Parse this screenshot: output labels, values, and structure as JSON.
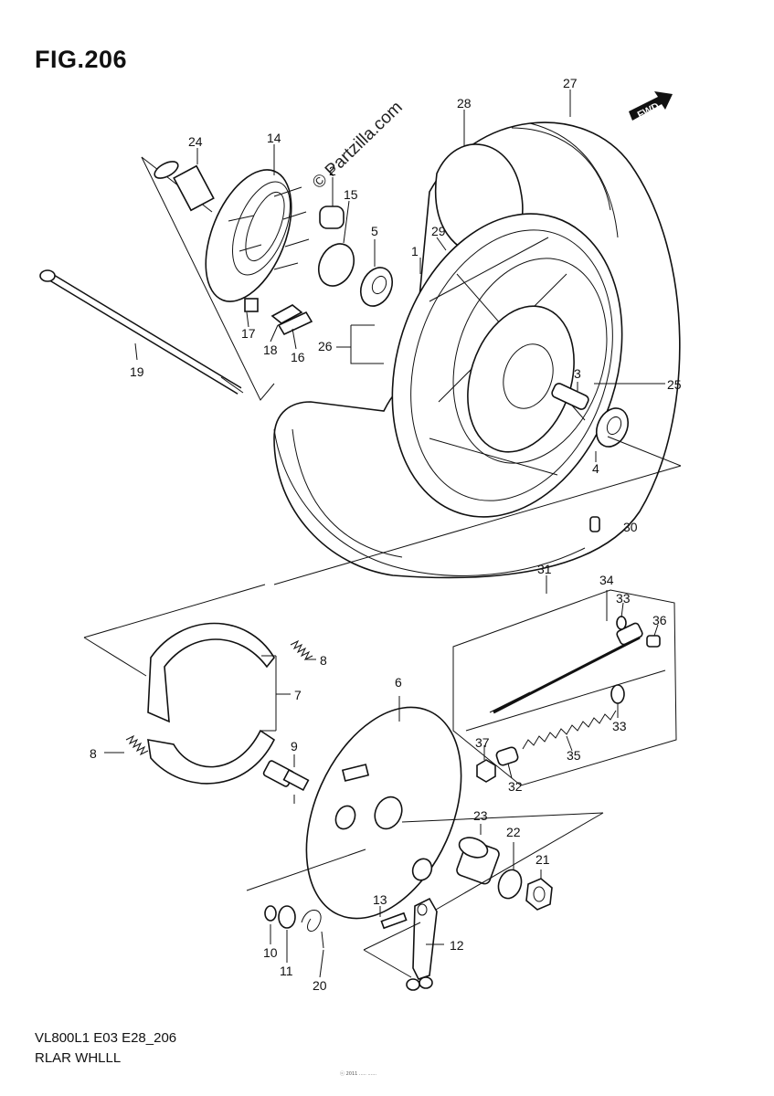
{
  "figure": {
    "title": "FIG.206",
    "model_code": "VL800L1 E03 E28_206",
    "caption": "RLAR WHLLL",
    "watermark": "© Partzilla.com",
    "footnote": "ⓒ 2011 ..... ......",
    "fwd_label": "FWD"
  },
  "callouts": [
    {
      "id": "c1",
      "text": "1"
    },
    {
      "id": "c2",
      "text": "2"
    },
    {
      "id": "c3",
      "text": "3"
    },
    {
      "id": "c4",
      "text": "4"
    },
    {
      "id": "c5",
      "text": "5"
    },
    {
      "id": "c6",
      "text": "6"
    },
    {
      "id": "c7",
      "text": "7"
    },
    {
      "id": "c8a",
      "text": "8"
    },
    {
      "id": "c8b",
      "text": "8"
    },
    {
      "id": "c9",
      "text": "9"
    },
    {
      "id": "c10",
      "text": "10"
    },
    {
      "id": "c11",
      "text": "11"
    },
    {
      "id": "c12",
      "text": "12"
    },
    {
      "id": "c13",
      "text": "13"
    },
    {
      "id": "c14",
      "text": "14"
    },
    {
      "id": "c15",
      "text": "15"
    },
    {
      "id": "c16",
      "text": "16"
    },
    {
      "id": "c17",
      "text": "17"
    },
    {
      "id": "c18",
      "text": "18"
    },
    {
      "id": "c19",
      "text": "19"
    },
    {
      "id": "c20",
      "text": "20"
    },
    {
      "id": "c21",
      "text": "21"
    },
    {
      "id": "c22",
      "text": "22"
    },
    {
      "id": "c23",
      "text": "23"
    },
    {
      "id": "c24",
      "text": "24"
    },
    {
      "id": "c25",
      "text": "25"
    },
    {
      "id": "c26",
      "text": "26"
    },
    {
      "id": "c27",
      "text": "27"
    },
    {
      "id": "c28",
      "text": "28"
    },
    {
      "id": "c29",
      "text": "29"
    },
    {
      "id": "c30",
      "text": "30"
    },
    {
      "id": "c31",
      "text": "31"
    },
    {
      "id": "c32",
      "text": "32"
    },
    {
      "id": "c33a",
      "text": "33"
    },
    {
      "id": "c33b",
      "text": "33"
    },
    {
      "id": "c34",
      "text": "34"
    },
    {
      "id": "c35",
      "text": "35"
    },
    {
      "id": "c36",
      "text": "36"
    },
    {
      "id": "c37",
      "text": "37"
    }
  ]
}
